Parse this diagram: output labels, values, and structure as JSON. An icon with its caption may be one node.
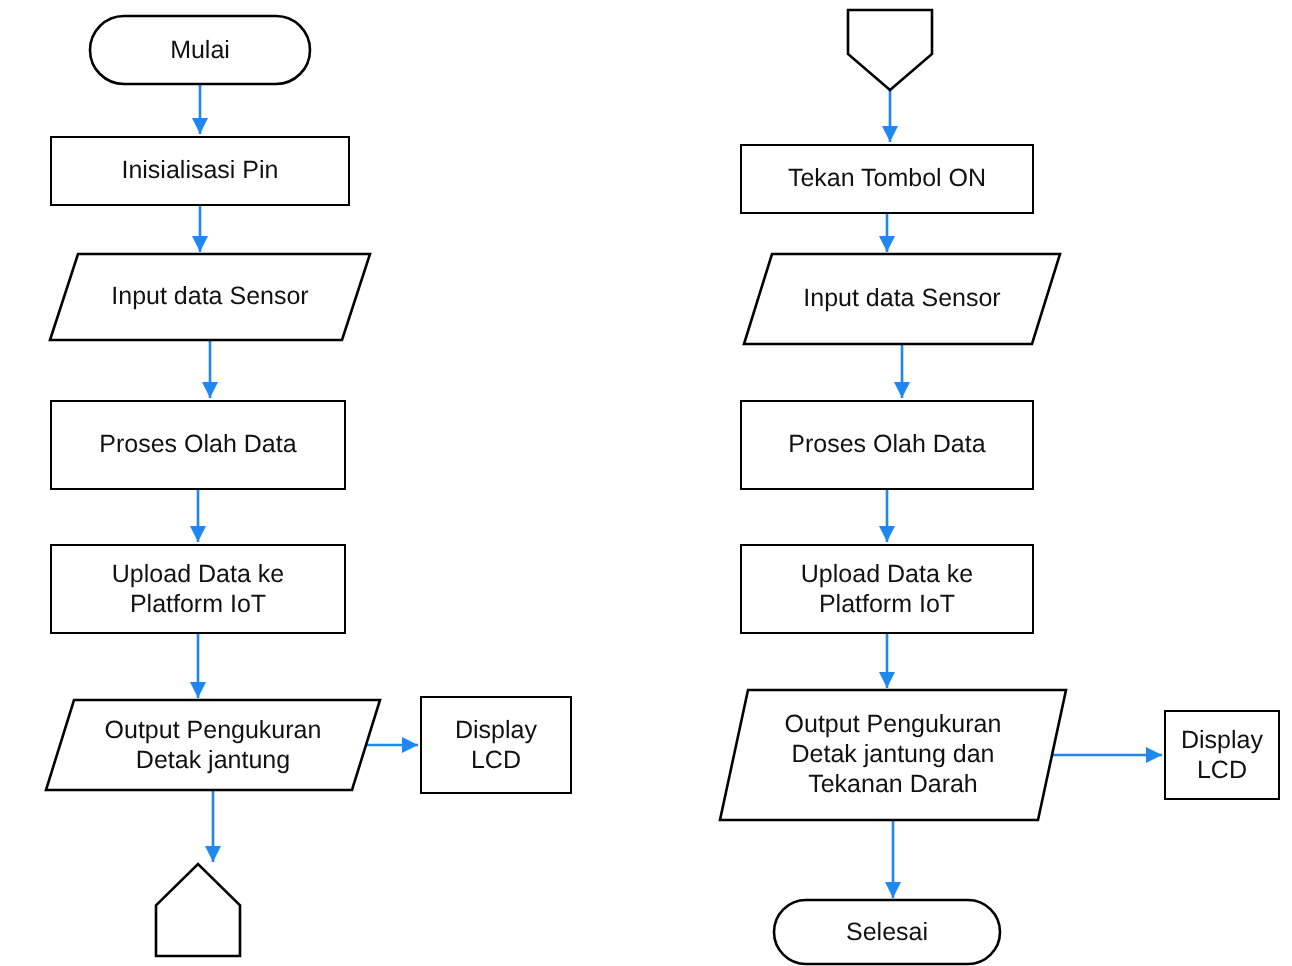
{
  "diagram": {
    "nodes": [
      {
        "text": [
          "Mulai"
        ]
      },
      {
        "text": [
          "Inisialisasi Pin"
        ]
      },
      {
        "text": [
          "Input data Sensor"
        ]
      },
      {
        "text": [
          "Proses Olah Data"
        ]
      },
      {
        "text": [
          "Upload Data ke Platform IoT"
        ]
      },
      {
        "text": [
          "Output Pengukuran Detak jantung"
        ]
      },
      {
        "text": [
          "Display LCD"
        ]
      },
      {
        "text": [],
        "shape": "pentagon"
      },
      {
        "text": [],
        "shape": "pentagon"
      },
      {
        "text": [
          "Tekan Tombol ON"
        ]
      },
      {
        "text": [
          "Input data Sensor"
        ]
      },
      {
        "text": [
          "Proses Olah Data"
        ]
      },
      {
        "text": [
          "Upload Data ke Platform IoT"
        ]
      },
      {
        "text": [
          "Output Pengukuran Detak jantung dan Tekanan Darah"
        ]
      },
      {
        "text": [
          "Display LCD"
        ]
      },
      {
        "text": [
          "Selesai"
        ]
      }
    ],
    "edges": [
      {
        "from": 0,
        "to": 1,
        "arrow": "to"
      },
      {
        "from": 1,
        "to": 2,
        "arrow": "to"
      },
      {
        "from": 2,
        "to": 3,
        "arrow": "to"
      },
      {
        "from": 3,
        "to": 4,
        "arrow": "to"
      },
      {
        "from": 4,
        "to": 5,
        "arrow": "to"
      },
      {
        "from": 5,
        "to": 6,
        "arrow": "to"
      },
      {
        "from": 5,
        "to": 7,
        "arrow": "to"
      },
      {
        "from": 8,
        "to": 9,
        "arrow": "to"
      },
      {
        "from": 9,
        "to": 10,
        "arrow": "to"
      },
      {
        "from": 10,
        "to": 11,
        "arrow": "to"
      },
      {
        "from": 11,
        "to": 12,
        "arrow": "to"
      },
      {
        "from": 12,
        "to": 13,
        "arrow": "to"
      },
      {
        "from": 13,
        "to": 14,
        "arrow": "to"
      },
      {
        "from": 13,
        "to": 15,
        "arrow": "to"
      }
    ]
  }
}
